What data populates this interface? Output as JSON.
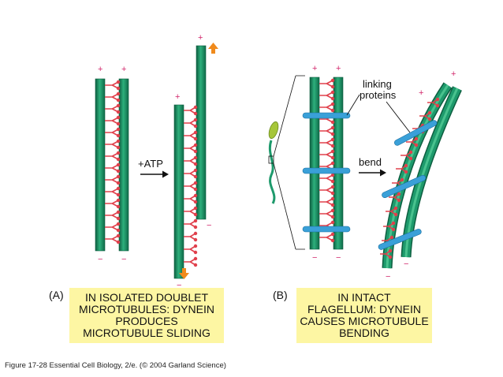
{
  "labels": {
    "atp": "+ATP",
    "bend": "bend",
    "linking_proteins": [
      "linking",
      "proteins"
    ],
    "plus": "+",
    "minus": "−"
  },
  "panel_a": {
    "letter": "(A)",
    "text": [
      "IN ISOLATED DOUBLET",
      "MICROTUBULES: DYNEIN",
      "PRODUCES",
      "MICROTUBULE SLIDING"
    ]
  },
  "panel_b": {
    "letter": "(B)",
    "text": [
      "IN INTACT",
      "FLAGELLUM: DYNEIN",
      "CAUSES MICROTUBULE",
      "BENDING"
    ]
  },
  "caption": "Figure 17-28  Essential Cell Biology, 2/e. (© 2004 Garland Science)",
  "colors": {
    "microtubule": "#1e9a6c",
    "microtubule_dark": "#0d5e40",
    "dynein": "#e0404c",
    "linker": "#3aa0d8",
    "arrow_orange": "#f08a1c",
    "sign": "#d2266b",
    "box": "#fdf6a3"
  }
}
